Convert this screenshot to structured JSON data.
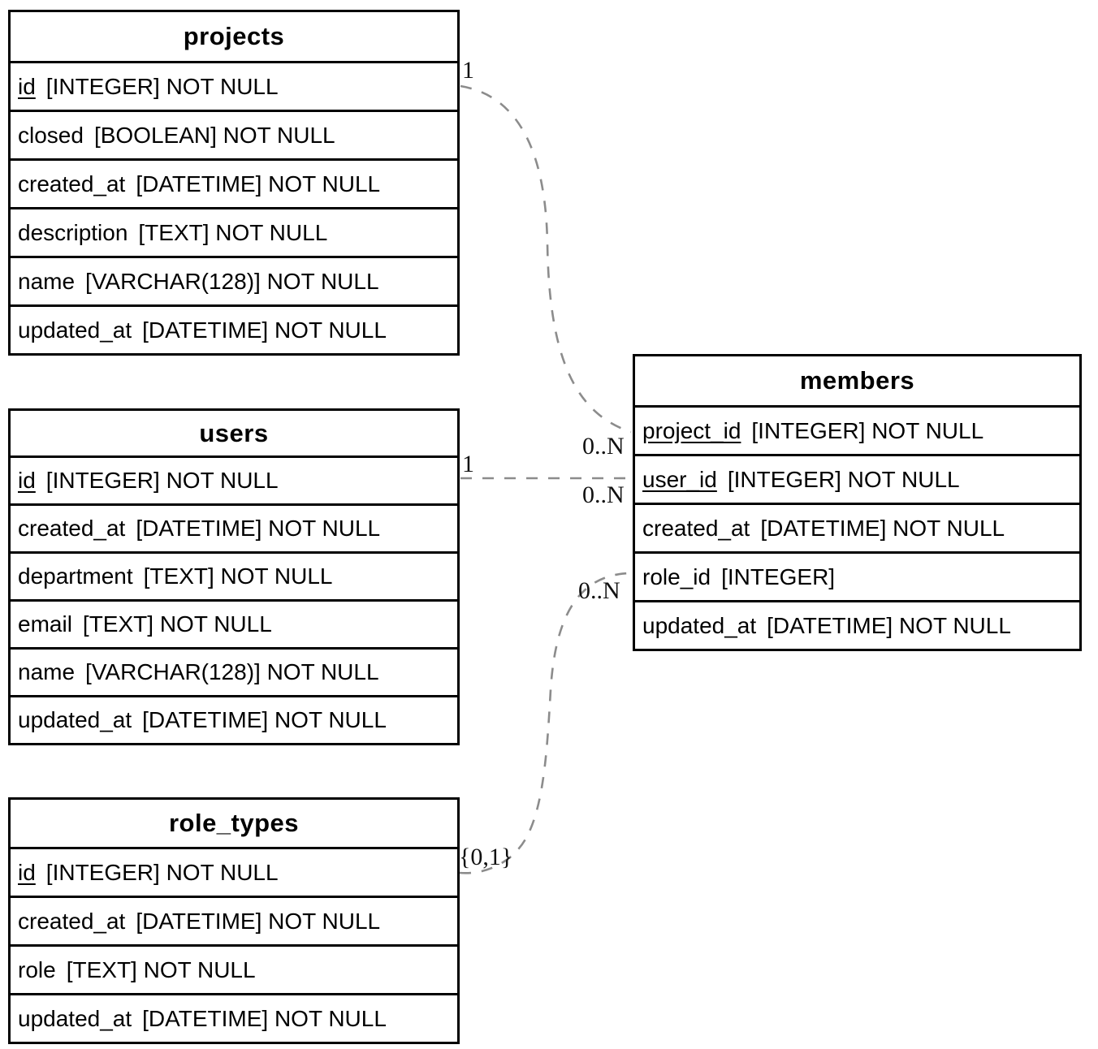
{
  "diagram": {
    "colors": {
      "background": "#ffffff",
      "table_border": "#000000",
      "text": "#000000",
      "relationship_line": "#8c8c8c"
    },
    "tables": [
      {
        "title": "projects",
        "fields": [
          {
            "name": "id",
            "type": "[INTEGER] NOT NULL",
            "pk": true
          },
          {
            "name": "closed",
            "type": "[BOOLEAN] NOT NULL",
            "pk": false
          },
          {
            "name": "created_at",
            "type": "[DATETIME] NOT NULL",
            "pk": false
          },
          {
            "name": "description",
            "type": "[TEXT] NOT NULL",
            "pk": false
          },
          {
            "name": "name",
            "type": "[VARCHAR(128)] NOT NULL",
            "pk": false
          },
          {
            "name": "updated_at",
            "type": "[DATETIME] NOT NULL",
            "pk": false
          }
        ]
      },
      {
        "title": "users",
        "fields": [
          {
            "name": "id",
            "type": "[INTEGER] NOT NULL",
            "pk": true
          },
          {
            "name": "created_at",
            "type": "[DATETIME] NOT NULL",
            "pk": false
          },
          {
            "name": "department",
            "type": "[TEXT] NOT NULL",
            "pk": false
          },
          {
            "name": "email",
            "type": "[TEXT] NOT NULL",
            "pk": false
          },
          {
            "name": "name",
            "type": "[VARCHAR(128)] NOT NULL",
            "pk": false
          },
          {
            "name": "updated_at",
            "type": "[DATETIME] NOT NULL",
            "pk": false
          }
        ]
      },
      {
        "title": "role_types",
        "fields": [
          {
            "name": "id",
            "type": "[INTEGER] NOT NULL",
            "pk": true
          },
          {
            "name": "created_at",
            "type": "[DATETIME] NOT NULL",
            "pk": false
          },
          {
            "name": "role",
            "type": "[TEXT] NOT NULL",
            "pk": false
          },
          {
            "name": "updated_at",
            "type": "[DATETIME] NOT NULL",
            "pk": false
          }
        ]
      },
      {
        "title": "members",
        "fields": [
          {
            "name": "project_id",
            "type": "[INTEGER] NOT NULL",
            "pk": true
          },
          {
            "name": "user_id",
            "type": "[INTEGER] NOT NULL",
            "pk": true
          },
          {
            "name": "created_at",
            "type": "[DATETIME] NOT NULL",
            "pk": false
          },
          {
            "name": "role_id",
            "type": "[INTEGER]",
            "pk": false
          },
          {
            "name": "updated_at",
            "type": "[DATETIME] NOT NULL",
            "pk": false
          }
        ]
      }
    ],
    "relationships": [
      {
        "from_table": "projects",
        "from_field": "id",
        "to_table": "members",
        "to_field": "project_id",
        "from_label": "1",
        "to_label": "0..N"
      },
      {
        "from_table": "users",
        "from_field": "id",
        "to_table": "members",
        "to_field": "user_id",
        "from_label": "1",
        "to_label": "0..N"
      },
      {
        "from_table": "role_types",
        "from_field": "id",
        "to_table": "members",
        "to_field": "role_id",
        "from_label": "{0,1}",
        "to_label": "0..N"
      }
    ]
  }
}
